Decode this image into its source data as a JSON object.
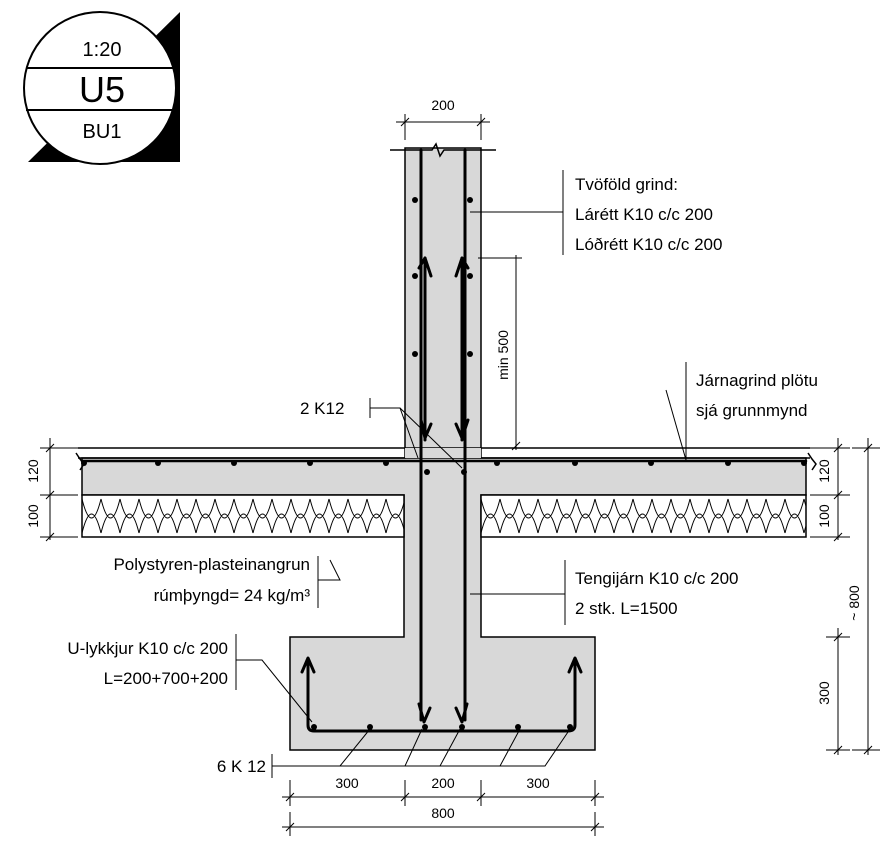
{
  "title_block": {
    "scale": "1:20",
    "detail": "U5",
    "sheet": "BU1"
  },
  "labels": {
    "wall_reinf_1": "Tvöföld grind:",
    "wall_reinf_2": "Lárétt K10 c/c 200",
    "wall_reinf_3": "Lóðrétt K10 c/c 200",
    "slab_mesh_1": "Járnagrind plötu",
    "slab_mesh_2": "sjá grunnmynd",
    "two_k12": "2 K12",
    "insulation_1": "Polystyren-plasteinangrun",
    "insulation_2": "rúmþyngd= 24 kg/m³",
    "dowels_1": "Tengijárn K10 c/c  200",
    "dowels_2": "2 stk. L=1500",
    "ubars_1": "U-lykkjur K10 c/c 200",
    "ubars_2": "L=200+700+200",
    "six_k12": "6 K 12"
  },
  "dimensions": {
    "wall_width": "200",
    "lap_length": "min 500",
    "slab_left": "120",
    "ins_left": "100",
    "slab_right": "120",
    "ins_right": "100",
    "total_depth": "~ 800",
    "footing_height": "300",
    "foot_left": "300",
    "foot_mid": "200",
    "foot_right": "300",
    "foot_total": "800"
  }
}
